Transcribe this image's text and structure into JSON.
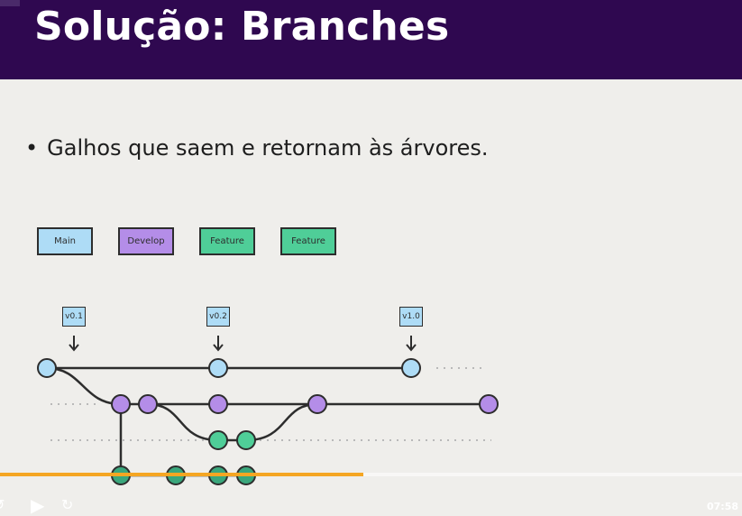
{
  "slide": {
    "title": "Solução: Branches",
    "bullet": "Galhos que saem e retornam às árvores."
  },
  "legend": [
    {
      "label": "Main",
      "color": "#aedcf6"
    },
    {
      "label": "Develop",
      "color": "#b48de8"
    },
    {
      "label": "Feature",
      "color": "#4fce98"
    },
    {
      "label": "Feature",
      "color": "#4fce98"
    }
  ],
  "tags": [
    "v0.1",
    "v0.2",
    "v1.0"
  ],
  "icons": {
    "rewind": "rewind-10-icon",
    "play": "play-icon",
    "forward": "forward-10-icon"
  },
  "player": {
    "progress_percent": 49,
    "time": "07:58"
  },
  "colors": {
    "header": "#2f0850",
    "main": "#aedcf6",
    "develop": "#b48de8",
    "feature": "#4fce98",
    "progress": "#f5a623"
  }
}
